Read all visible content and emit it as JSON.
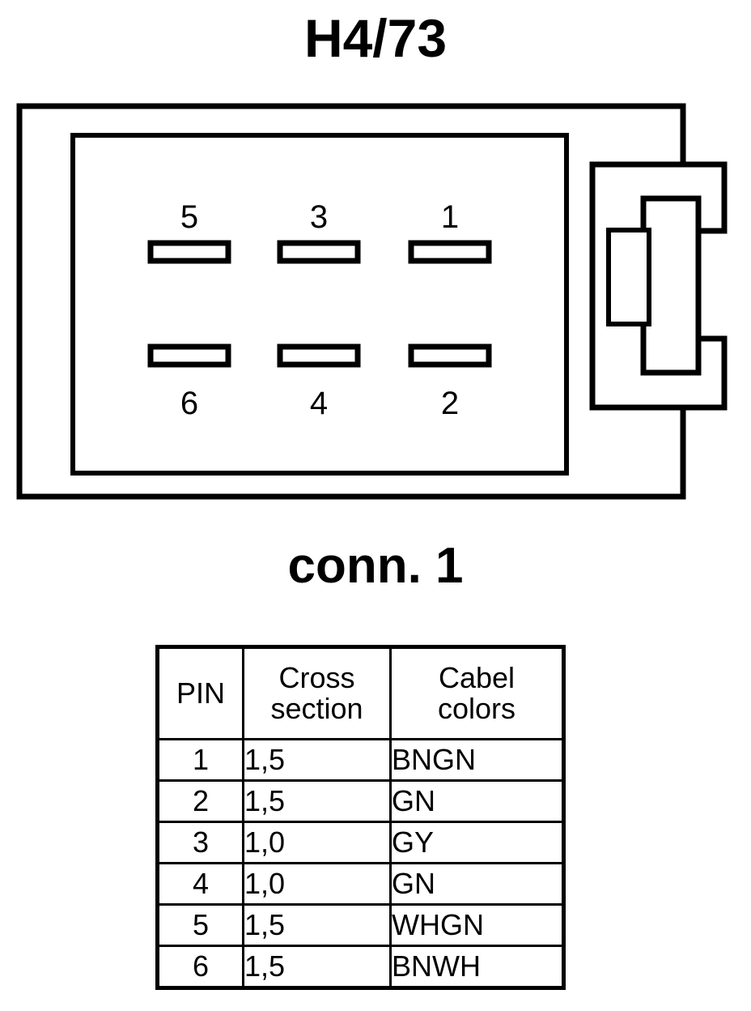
{
  "title": "H4/73",
  "connector": {
    "caption": "conn. 1",
    "pins_top_row": [
      "5",
      "3",
      "1"
    ],
    "pins_bottom_row": [
      "6",
      "4",
      "2"
    ],
    "line_color": "#000000",
    "fill_color": "#ffffff"
  },
  "table": {
    "headers": {
      "pin": "PIN",
      "cross_line1": "Cross",
      "cross_line2": "section",
      "colors_line1": "Cabel",
      "colors_line2": "colors"
    },
    "rows": [
      {
        "pin": "1",
        "cross": "1,5",
        "color": "BNGN"
      },
      {
        "pin": "2",
        "cross": "1,5",
        "color": "GN"
      },
      {
        "pin": "3",
        "cross": "1,0",
        "color": "GY"
      },
      {
        "pin": "4",
        "cross": "1,0",
        "color": "GN"
      },
      {
        "pin": "5",
        "cross": "1,5",
        "color": "WHGN"
      },
      {
        "pin": "6",
        "cross": "1,5",
        "color": "BNWH"
      }
    ]
  }
}
